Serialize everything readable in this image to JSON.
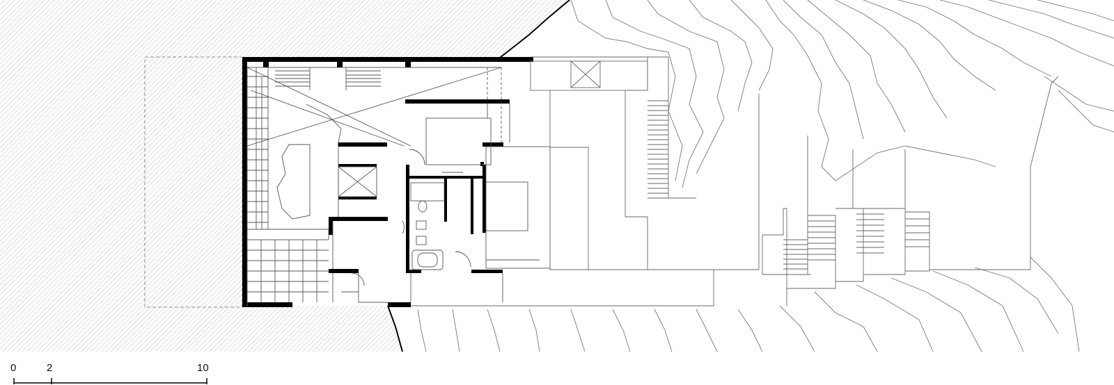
{
  "drawing": {
    "type": "architectural floor plan",
    "style": "black line drawing on white",
    "wall_color": "#000000",
    "line_color": "#555555",
    "hatch_color": "#9a9a9a"
  },
  "scale_bar": {
    "ticks": [
      "0",
      "2",
      "10"
    ]
  }
}
